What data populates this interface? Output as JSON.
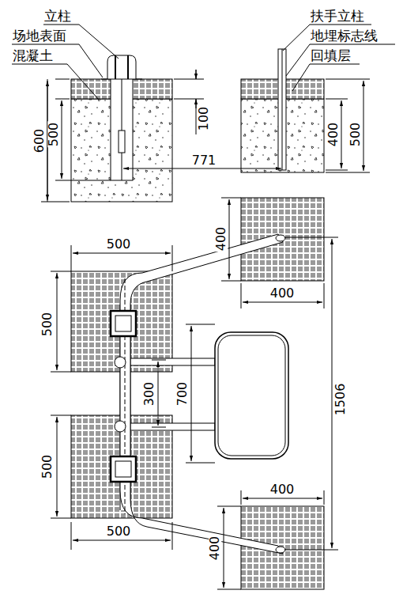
{
  "diagram": {
    "labels": [
      "立柱",
      "场地表面",
      "混凝土",
      "扶手立柱",
      "地埋标志线",
      "回填层",
      "600",
      "500",
      "100",
      "771",
      "400",
      "500",
      "500",
      "500",
      "400",
      "400",
      "300",
      "700",
      "1506",
      "500",
      "500",
      "400",
      "400"
    ]
  }
}
